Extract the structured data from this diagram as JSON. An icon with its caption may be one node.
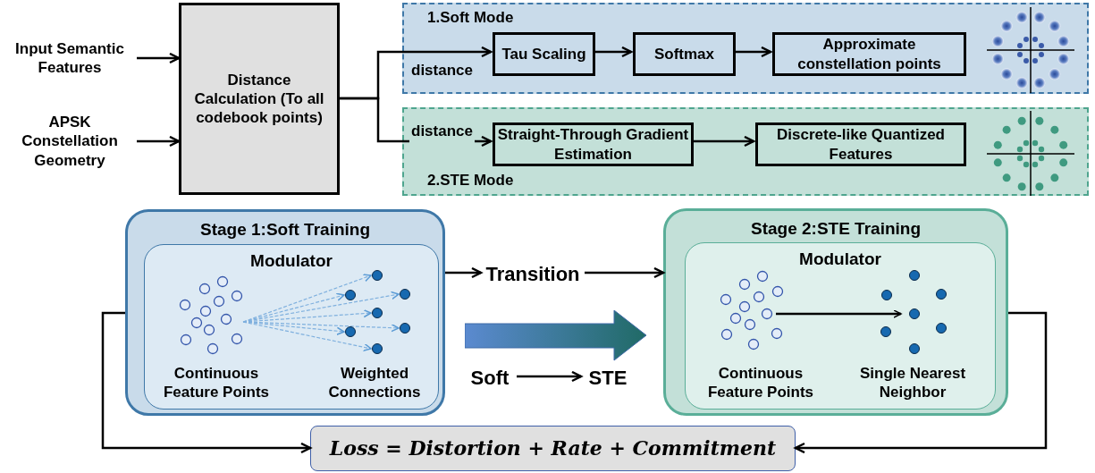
{
  "diagram": {
    "nodes": [
      {
        "text": [
          "Input Semantic Features"
        ]
      },
      {
        "text": [
          "APSK Constellation Geometry"
        ]
      },
      {
        "text": [
          "Distance Calculation (To all codebook points)"
        ]
      },
      {
        "text": [
          "1.Soft Mode"
        ]
      },
      {
        "text": [
          "Tau Scaling"
        ],
        "in": 3
      },
      {
        "text": [
          "Softmax"
        ],
        "in": 3
      },
      {
        "text": [
          "Approximate constellation points"
        ],
        "in": 3
      },
      {
        "text": [],
        "shape": "picture",
        "in": 3
      },
      {
        "text": [
          "2.STE Mode"
        ]
      },
      {
        "text": [
          "Straight-Through Gradient Estimation"
        ],
        "in": 8
      },
      {
        "text": [
          "Discrete-like Quantized Features"
        ],
        "in": 8
      },
      {
        "text": [],
        "shape": "picture",
        "in": 8
      },
      {
        "text": [
          "Stage 1:Soft Training"
        ]
      },
      {
        "text": [
          "Modulator",
          "Continuous Feature Points",
          "Weighted Connections"
        ],
        "in": 12
      },
      {
        "text": [
          "Stage 2:STE Training"
        ]
      },
      {
        "text": [
          "Modulator",
          "Continuous Feature Points",
          "Single Nearest Neighbor"
        ],
        "in": 14
      },
      {
        "text": [
          "Loss = Distortion + Rate + Commitment"
        ]
      },
      {
        "text": [
          "Transition"
        ]
      },
      {
        "text": [
          "Soft"
        ]
      },
      {
        "text": [
          "STE"
        ]
      }
    ],
    "edges": [
      {
        "from": 0,
        "to": 2,
        "arrow": "to"
      },
      {
        "from": 1,
        "to": 2,
        "arrow": "to"
      },
      {
        "from": 2,
        "to": 4,
        "arrow": "to",
        "label": "distance"
      },
      {
        "from": 2,
        "to": 9,
        "arrow": "to",
        "label": "distance"
      },
      {
        "from": 4,
        "to": 5,
        "arrow": "to"
      },
      {
        "from": 5,
        "to": 6,
        "arrow": "to"
      },
      {
        "from": 9,
        "to": 10,
        "arrow": "to"
      },
      {
        "from": 12,
        "to": 16,
        "arrow": "to"
      },
      {
        "from": 14,
        "to": 16,
        "arrow": "to"
      },
      {
        "from": 12,
        "to": 17,
        "arrow": "to"
      },
      {
        "from": 17,
        "to": 14,
        "arrow": "to"
      },
      {
        "from": 18,
        "to": 19,
        "arrow": "to"
      }
    ]
  }
}
